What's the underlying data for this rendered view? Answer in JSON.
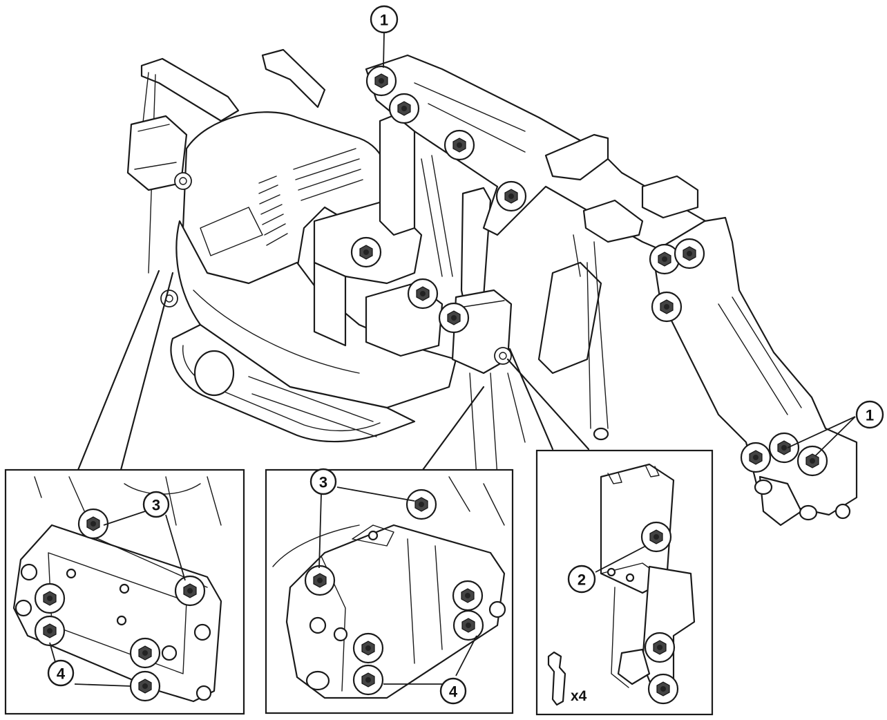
{
  "callouts": {
    "c1_top": "1",
    "c1_right": "1",
    "c2": "2",
    "c3_left": "3",
    "c3_mid": "3",
    "c4_left": "4",
    "c4_mid": "4"
  },
  "quantity_label": "x4"
}
